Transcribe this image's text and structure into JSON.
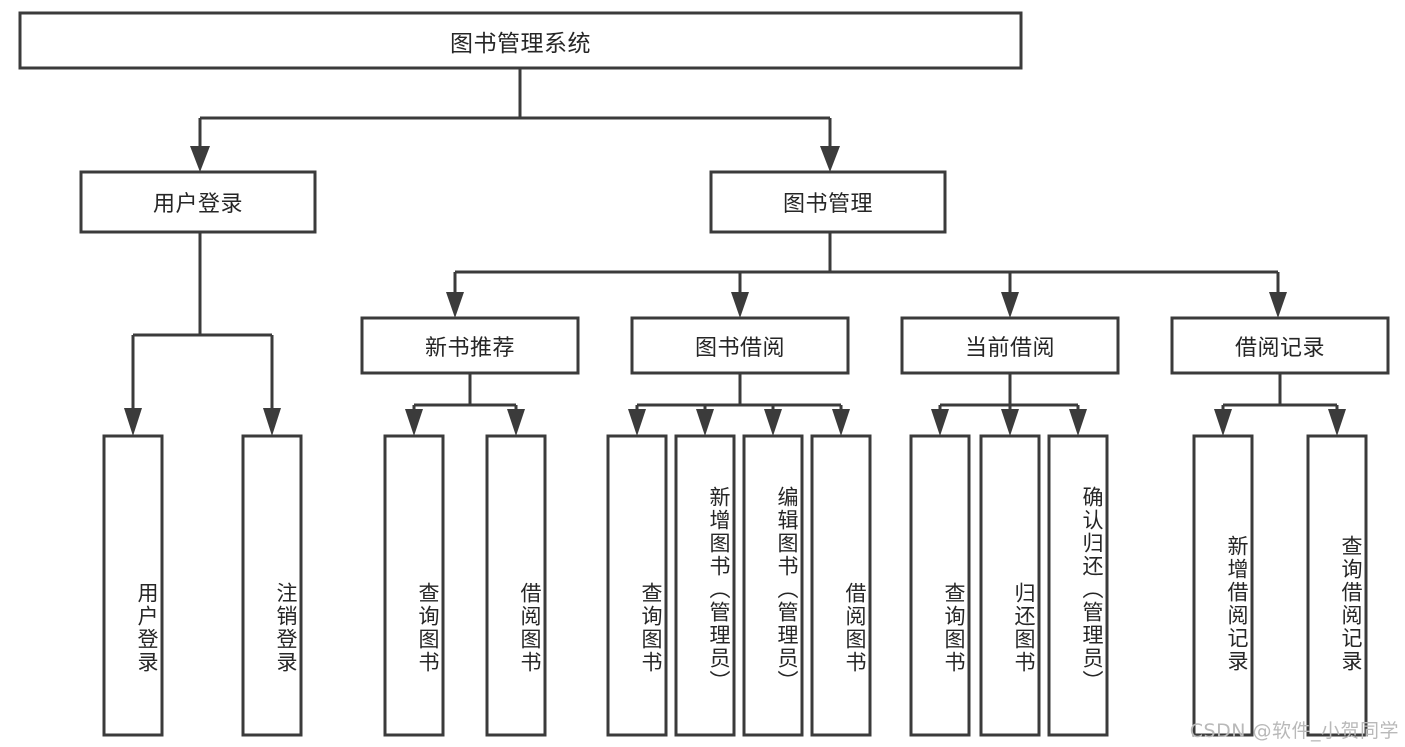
{
  "diagram": {
    "title": "图书管理系统",
    "type": "tree-hierarchy-chart",
    "watermark": "CSDN @软件_小贺同学",
    "root": {
      "label": "图书管理系统",
      "orientation": "horizontal"
    },
    "level2": [
      {
        "label": "用户登录",
        "orientation": "horizontal"
      },
      {
        "label": "图书管理",
        "orientation": "horizontal"
      }
    ],
    "level3": [
      {
        "label": "新书推荐",
        "orientation": "horizontal"
      },
      {
        "label": "图书借阅",
        "orientation": "horizontal"
      },
      {
        "label": "当前借阅",
        "orientation": "horizontal"
      },
      {
        "label": "借阅记录",
        "orientation": "horizontal"
      }
    ],
    "leaves": {
      "user_login": [
        {
          "label": "用户登录",
          "orientation": "vertical"
        },
        {
          "label": "注销登录",
          "orientation": "vertical"
        }
      ],
      "new_book_recommend": [
        {
          "label": "查询图书",
          "orientation": "vertical"
        },
        {
          "label": "借阅图书",
          "orientation": "vertical"
        }
      ],
      "book_borrow": [
        {
          "label": "查询图书",
          "orientation": "vertical"
        },
        {
          "label": "新增图书（管理员）",
          "orientation": "vertical"
        },
        {
          "label": "编辑图书（管理员）",
          "orientation": "vertical"
        },
        {
          "label": "借阅图书",
          "orientation": "vertical"
        }
      ],
      "current_borrow": [
        {
          "label": "查询图书",
          "orientation": "vertical"
        },
        {
          "label": "归还图书",
          "orientation": "vertical"
        },
        {
          "label": "确认归还（管理员）",
          "orientation": "vertical"
        }
      ],
      "borrow_record": [
        {
          "label": "新增借阅记录",
          "orientation": "vertical"
        },
        {
          "label": "查询借阅记录",
          "orientation": "vertical"
        }
      ]
    },
    "colors": {
      "stroke": "#3b3b3b",
      "fill": "#ffffff",
      "text": "#262626",
      "watermark": "#b9b9b9"
    }
  }
}
